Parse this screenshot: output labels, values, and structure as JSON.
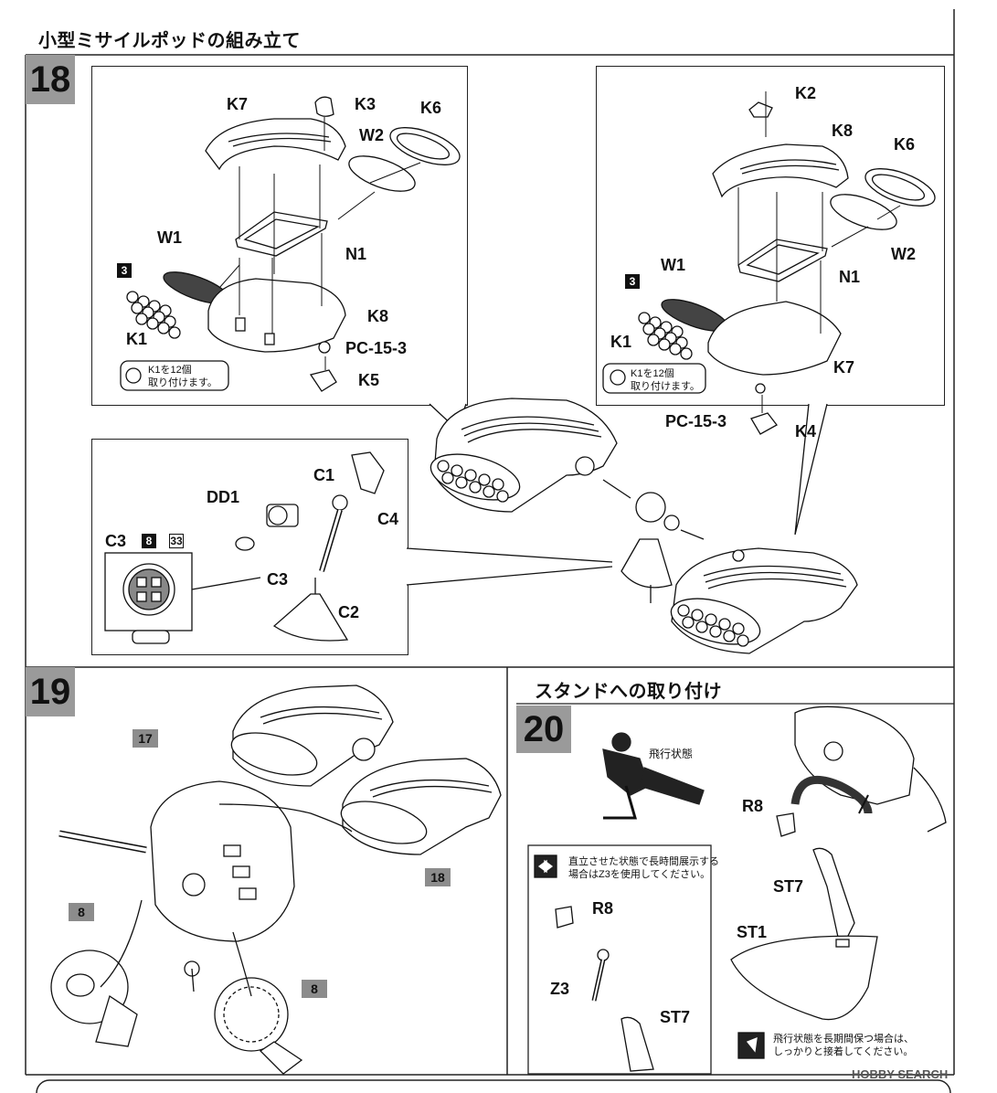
{
  "section_title": "小型ミサイルポッドの組み立て",
  "stand_title": "スタンドへの取り付け",
  "steps": {
    "s18": "18",
    "s19": "19",
    "s20": "20"
  },
  "step18_left": {
    "K7": "K7",
    "K3": "K3",
    "K6": "K6",
    "W2": "W2",
    "W1": "W1",
    "N1": "N1",
    "K8": "K8",
    "K1": "K1",
    "PC": "PC-15-3",
    "K5": "K5",
    "tag3": "3",
    "note_line1": "K1を12個",
    "note_line2": "取り付けます。"
  },
  "step18_right": {
    "K2": "K2",
    "K8": "K8",
    "K6": "K6",
    "W2": "W2",
    "W1": "W1",
    "N1": "N1",
    "K1": "K1",
    "K7": "K7",
    "PC": "PC-15-3",
    "K4": "K4",
    "tag3": "3",
    "note_line1": "K1を12個",
    "note_line2": "取り付けます。"
  },
  "step18_stand": {
    "C1": "C1",
    "C4": "C4",
    "DD1": "DD1",
    "C3a": "C3",
    "C3b": "C3",
    "C2": "C2",
    "tag8": "8",
    "tag33": "33"
  },
  "step19": {
    "tag17": "17",
    "tag18": "18",
    "tag8a": "8",
    "tag8b": "8"
  },
  "step20": {
    "flight_label": "飛行状態",
    "R8a": "R8",
    "ST7a": "ST7",
    "ST1": "ST1",
    "note_line1": "直立させた状態で長時間展示する",
    "note_line2": "場合はZ3を使用してください。",
    "R8b": "R8",
    "Z3": "Z3",
    "ST7b": "ST7",
    "warn_line1": "飛行状態を長期間保つ場合は、",
    "warn_line2": "しっかりと接着してください。"
  },
  "watermark": "HOBBY SEARCH"
}
